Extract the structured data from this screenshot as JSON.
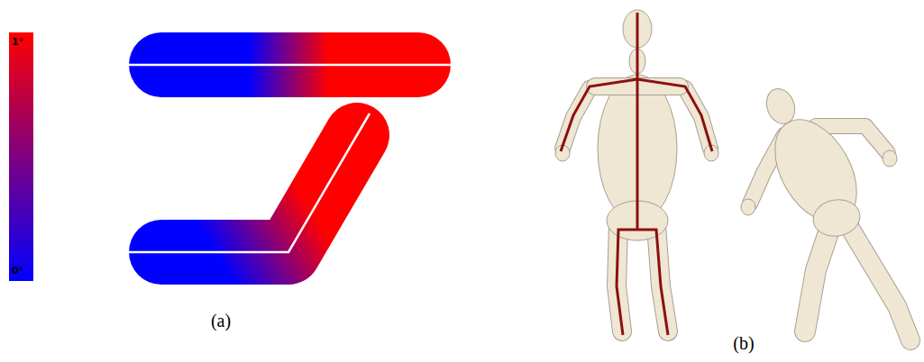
{
  "diagram": {
    "labels": [
      "1°",
      "0°",
      "(a)",
      "(b)"
    ]
  }
}
